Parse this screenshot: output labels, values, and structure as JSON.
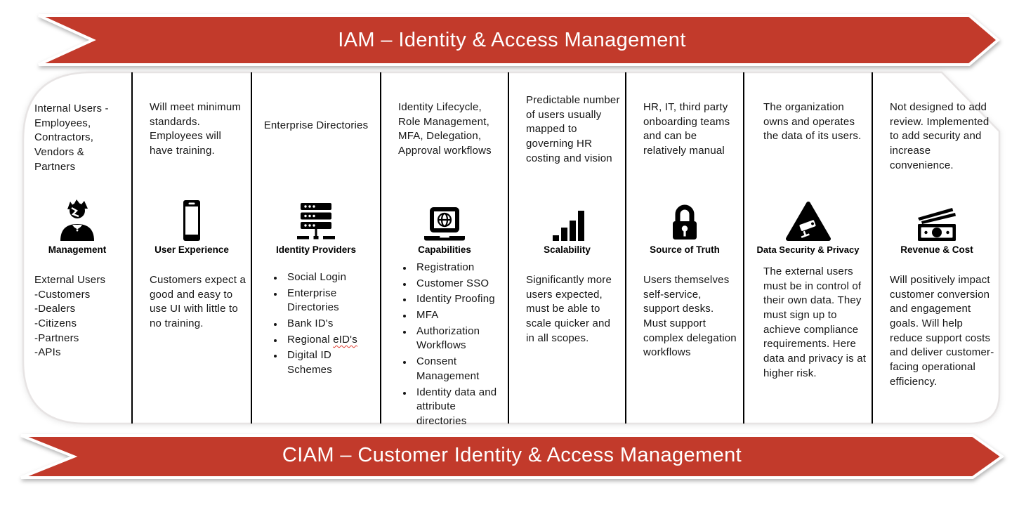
{
  "banners": {
    "top": {
      "label": "IAM – Identity & Access Management"
    },
    "bottom": {
      "label": "CIAM – Customer Identity & Access Management"
    }
  },
  "colors": {
    "banner_red": "#c23a2b",
    "panel_outline": "#e7e4e4",
    "divider": "#000000",
    "misspell_underline": "#e0392b"
  },
  "columns": [
    {
      "label": "Management",
      "icon": "manager-icon",
      "iam_text": "Internal Users - Employees, Contractors, Vendors & Partners",
      "ciam_text": "External Users\n-Customers\n-Dealers\n-Citizens\n-Partners\n-APIs"
    },
    {
      "label": "User Experience",
      "icon": "smartphone-icon",
      "iam_text": "Will meet minimum standards. Employees will have training.",
      "ciam_text": "Customers expect a good and easy to use UI with little to no training."
    },
    {
      "label": "Identity Providers",
      "icon": "server-stack-icon",
      "iam_text": "Enterprise Directories",
      "ciam_bullets": [
        "Social Login",
        "Enterprise Directories",
        "Bank ID's",
        [
          {
            "t": "Regional "
          },
          {
            "t": "eID's",
            "wavy": true
          }
        ],
        "Digital ID Schemes"
      ]
    },
    {
      "label": "Capabilities",
      "icon": "laptop-globe-icon",
      "iam_text": "Identity Lifecycle, Role Management, MFA, Delegation, Approval workflows",
      "ciam_bullets": [
        "Registration",
        "Customer SSO",
        "Identity Proofing",
        "MFA",
        "Authorization Workflows",
        "Consent Management",
        "Identity data and attribute directories"
      ]
    },
    {
      "label": "Scalability",
      "icon": "bar-chart-icon",
      "iam_text": "Predictable number of users usually mapped to governing HR costing and vision",
      "ciam_text": "Significantly more users expected, must be able to scale quicker and in all scopes."
    },
    {
      "label": "Source of Truth",
      "icon": "padlock-icon",
      "iam_text": "HR, IT, third party onboarding teams and can be relatively manual",
      "ciam_text": "Users themselves self-service, support desks. Must support complex delegation workflows"
    },
    {
      "label": "Data Security & Privacy",
      "icon": "cctv-warning-icon",
      "iam_text": "The organization owns and operates the data of its users.",
      "ciam_text": "The external users must be in control of their own data. They must sign up to achieve compliance requirements. Here data and privacy is at higher risk."
    },
    {
      "label": "Revenue & Cost",
      "icon": "money-icon",
      "iam_text": "Not designed to add review. Implemented to add security and increase convenience.",
      "ciam_text": "Will positively impact customer conversion and engagement goals. Will help reduce support costs and deliver customer-facing operational efficiency."
    }
  ]
}
